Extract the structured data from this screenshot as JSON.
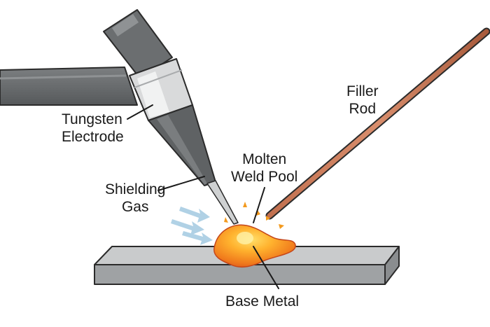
{
  "labels": {
    "tungsten_electrode": [
      "Tungsten",
      "Electrode"
    ],
    "shielding_gas": [
      "Shielding",
      "Gas"
    ],
    "molten_weld_pool": [
      "Molten",
      "Weld Pool"
    ],
    "filler_rod": [
      "Filler",
      "Rod"
    ],
    "base_metal": [
      "Base Metal"
    ]
  },
  "colors": {
    "torch_body": "#6b6e70",
    "torch_collar": "#d9dadb",
    "filler_rod": "#c2704f",
    "weld_pool": "#f07a1c",
    "base_metal": "#a7a9ab",
    "shielding_gas": "#a8cde3",
    "outline": "#2b2b2b"
  }
}
